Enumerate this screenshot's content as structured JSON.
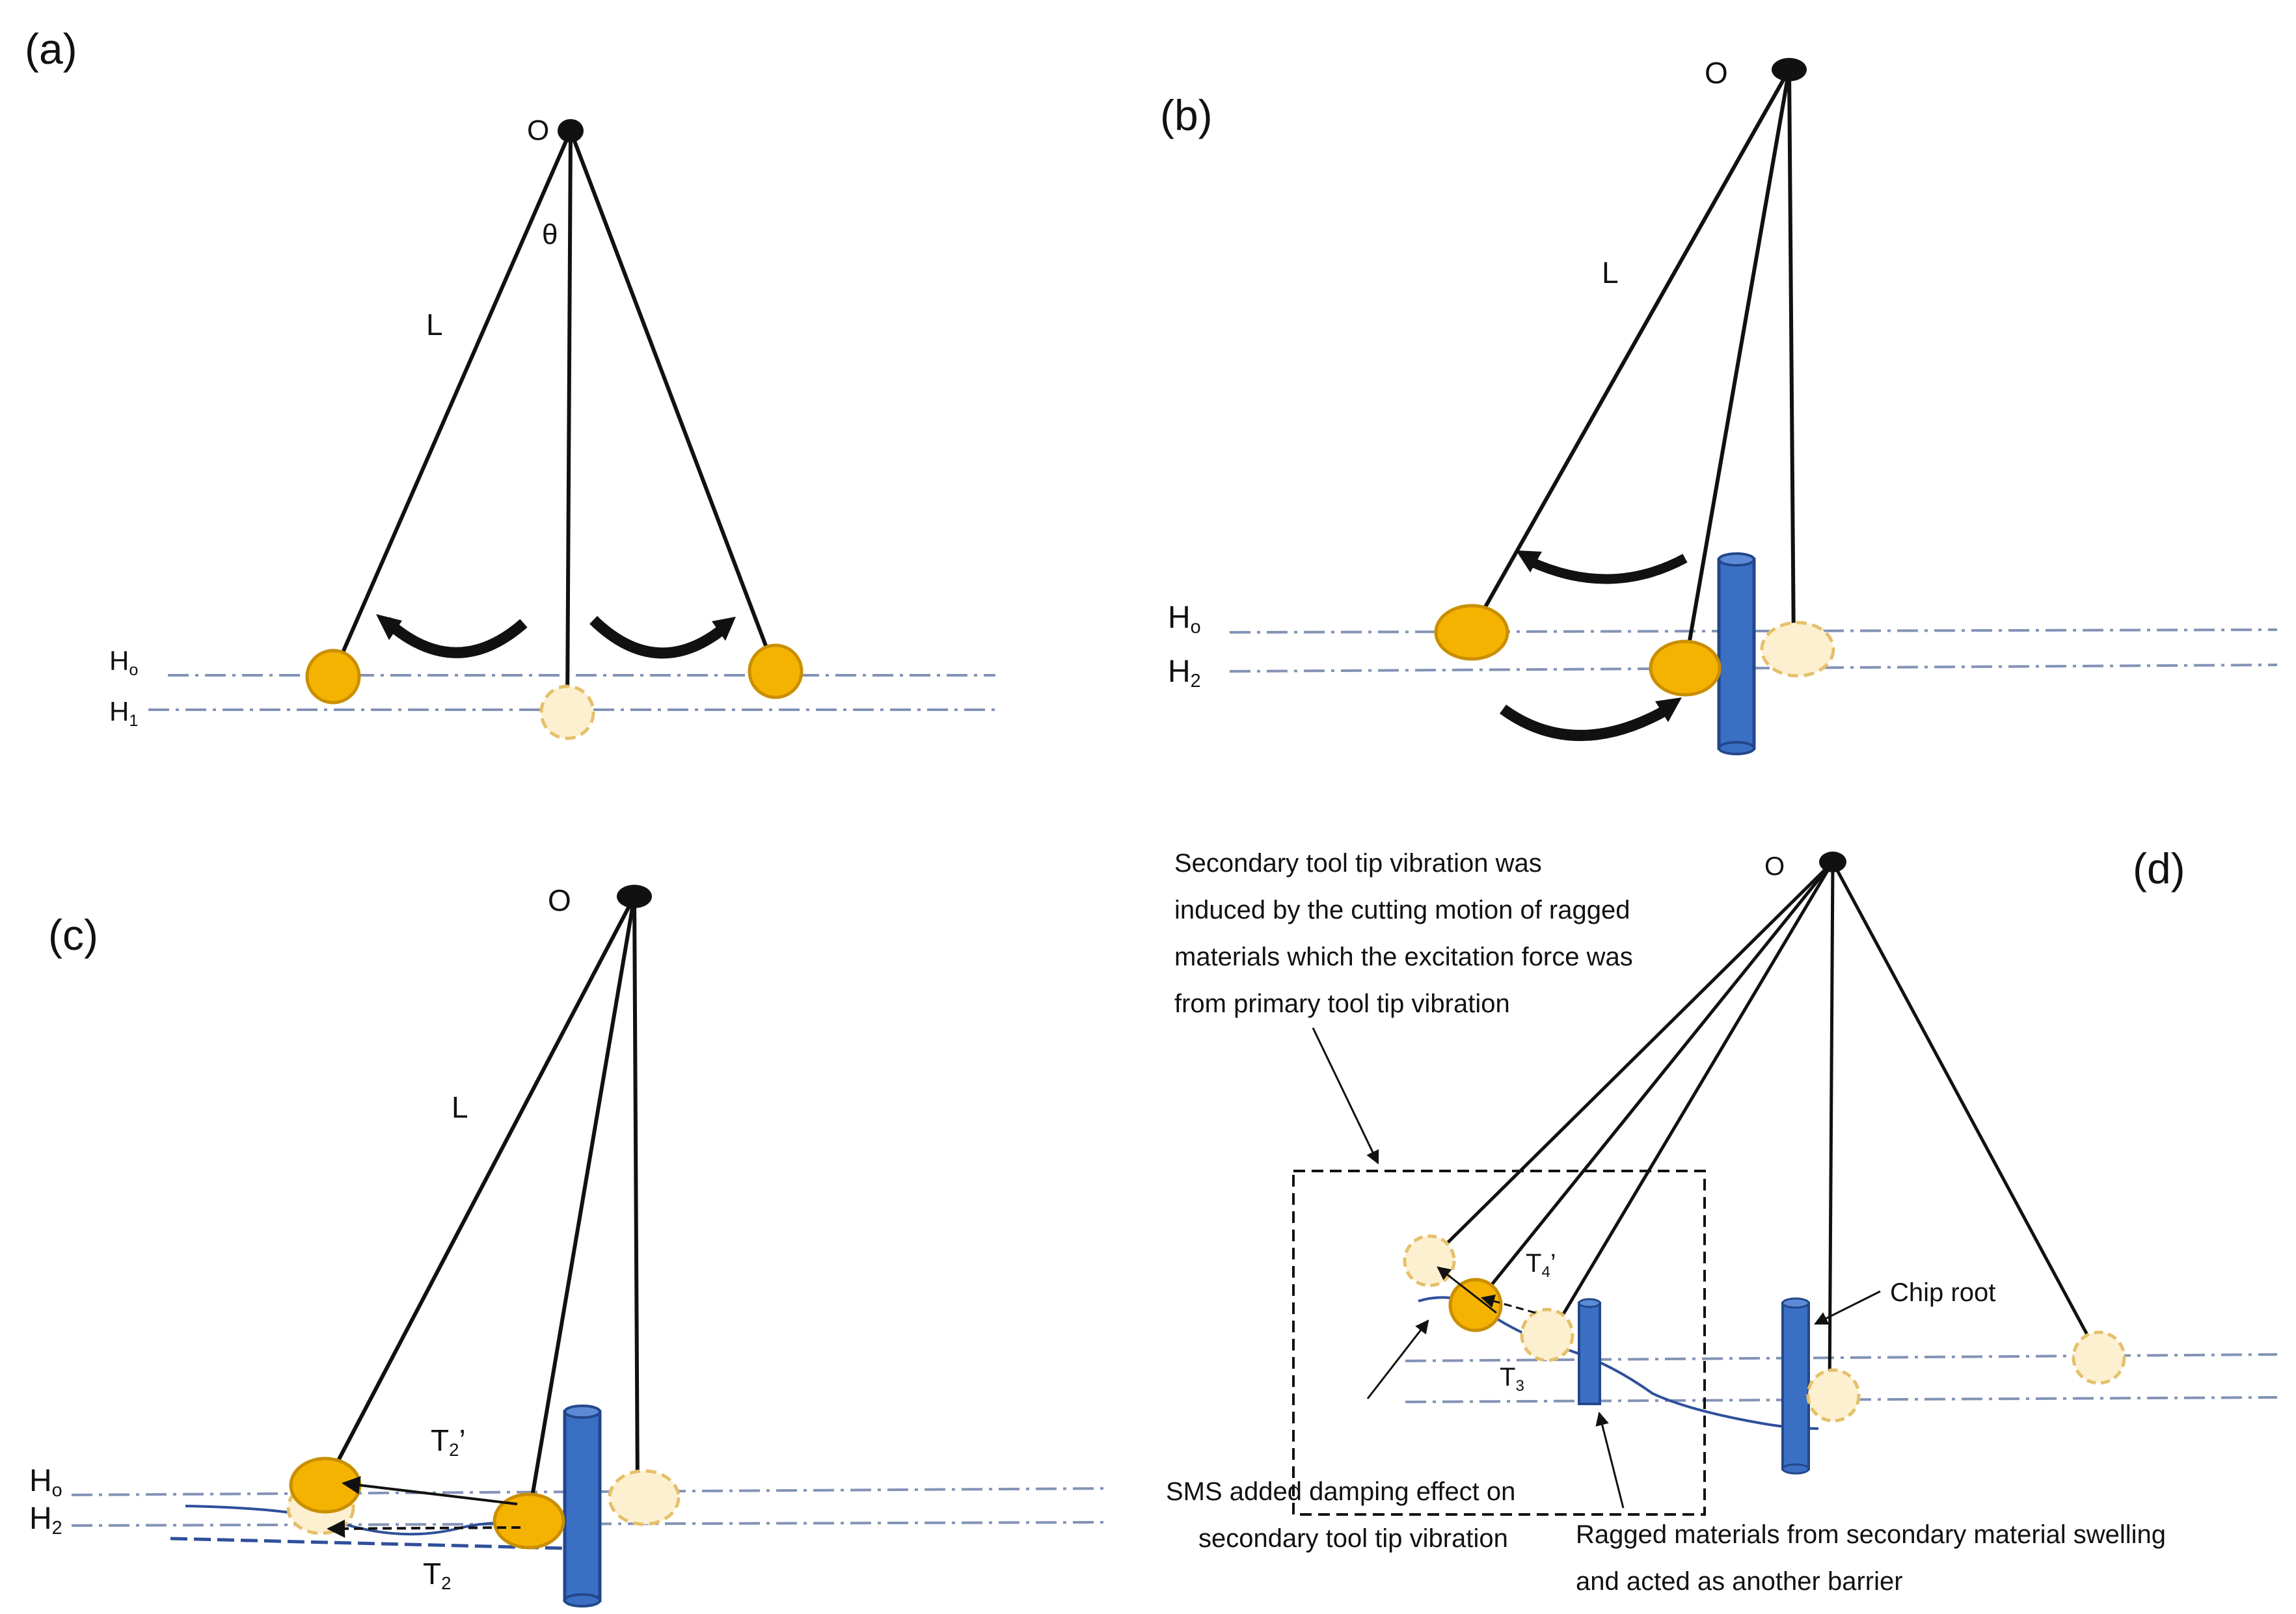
{
  "colors": {
    "line": "#111111",
    "bob_fill": "#f5b301",
    "bob_stroke": "#c98f00",
    "ghost_fill": "#fdf0d0",
    "ghost_stroke": "#e5c06a",
    "barrier_fill": "#3a6fc4",
    "barrier_stroke": "#23478a",
    "dashdot": "#8393b6",
    "chip": "#2f4f9a"
  },
  "icons": [
    "curved-arrow-icon",
    "straight-arrow-icon"
  ],
  "panels": {
    "a": {
      "label": "(a)",
      "pivot": "O",
      "angle": "θ",
      "length": "L",
      "h0": "H",
      "h0_sub": "o",
      "h1": "H",
      "h1_sub": "1"
    },
    "b": {
      "label": "(b)",
      "pivot": "O",
      "length": "L",
      "h0": "H",
      "h0_sub": "o",
      "h2": "H",
      "h2_sub": "2"
    },
    "c": {
      "label": "(c)",
      "pivot": "O",
      "length": "L",
      "h0": "H",
      "h0_sub": "o",
      "h2": "H",
      "h2_sub": "2",
      "t2p": "T",
      "t2p_sub": "2",
      "t2p_prime": "’",
      "t2": "T",
      "t2_sub": "2"
    },
    "d": {
      "label": "(d)",
      "pivot": "O",
      "t4p": "T",
      "t4p_sub": "4",
      "t4p_prime": "’",
      "t3": "T",
      "t3_sub": "3",
      "chip_root": "Chip root",
      "note_secondary": [
        "Secondary tool tip vibration was",
        "induced by the cutting motion of ragged",
        "materials which the excitation force was",
        "from primary tool tip vibration"
      ],
      "note_sms": [
        "SMS added damping effect on",
        "secondary tool tip vibration"
      ],
      "note_ragged": [
        "Ragged materials from secondary material swelling",
        "and acted as another barrier"
      ]
    }
  }
}
